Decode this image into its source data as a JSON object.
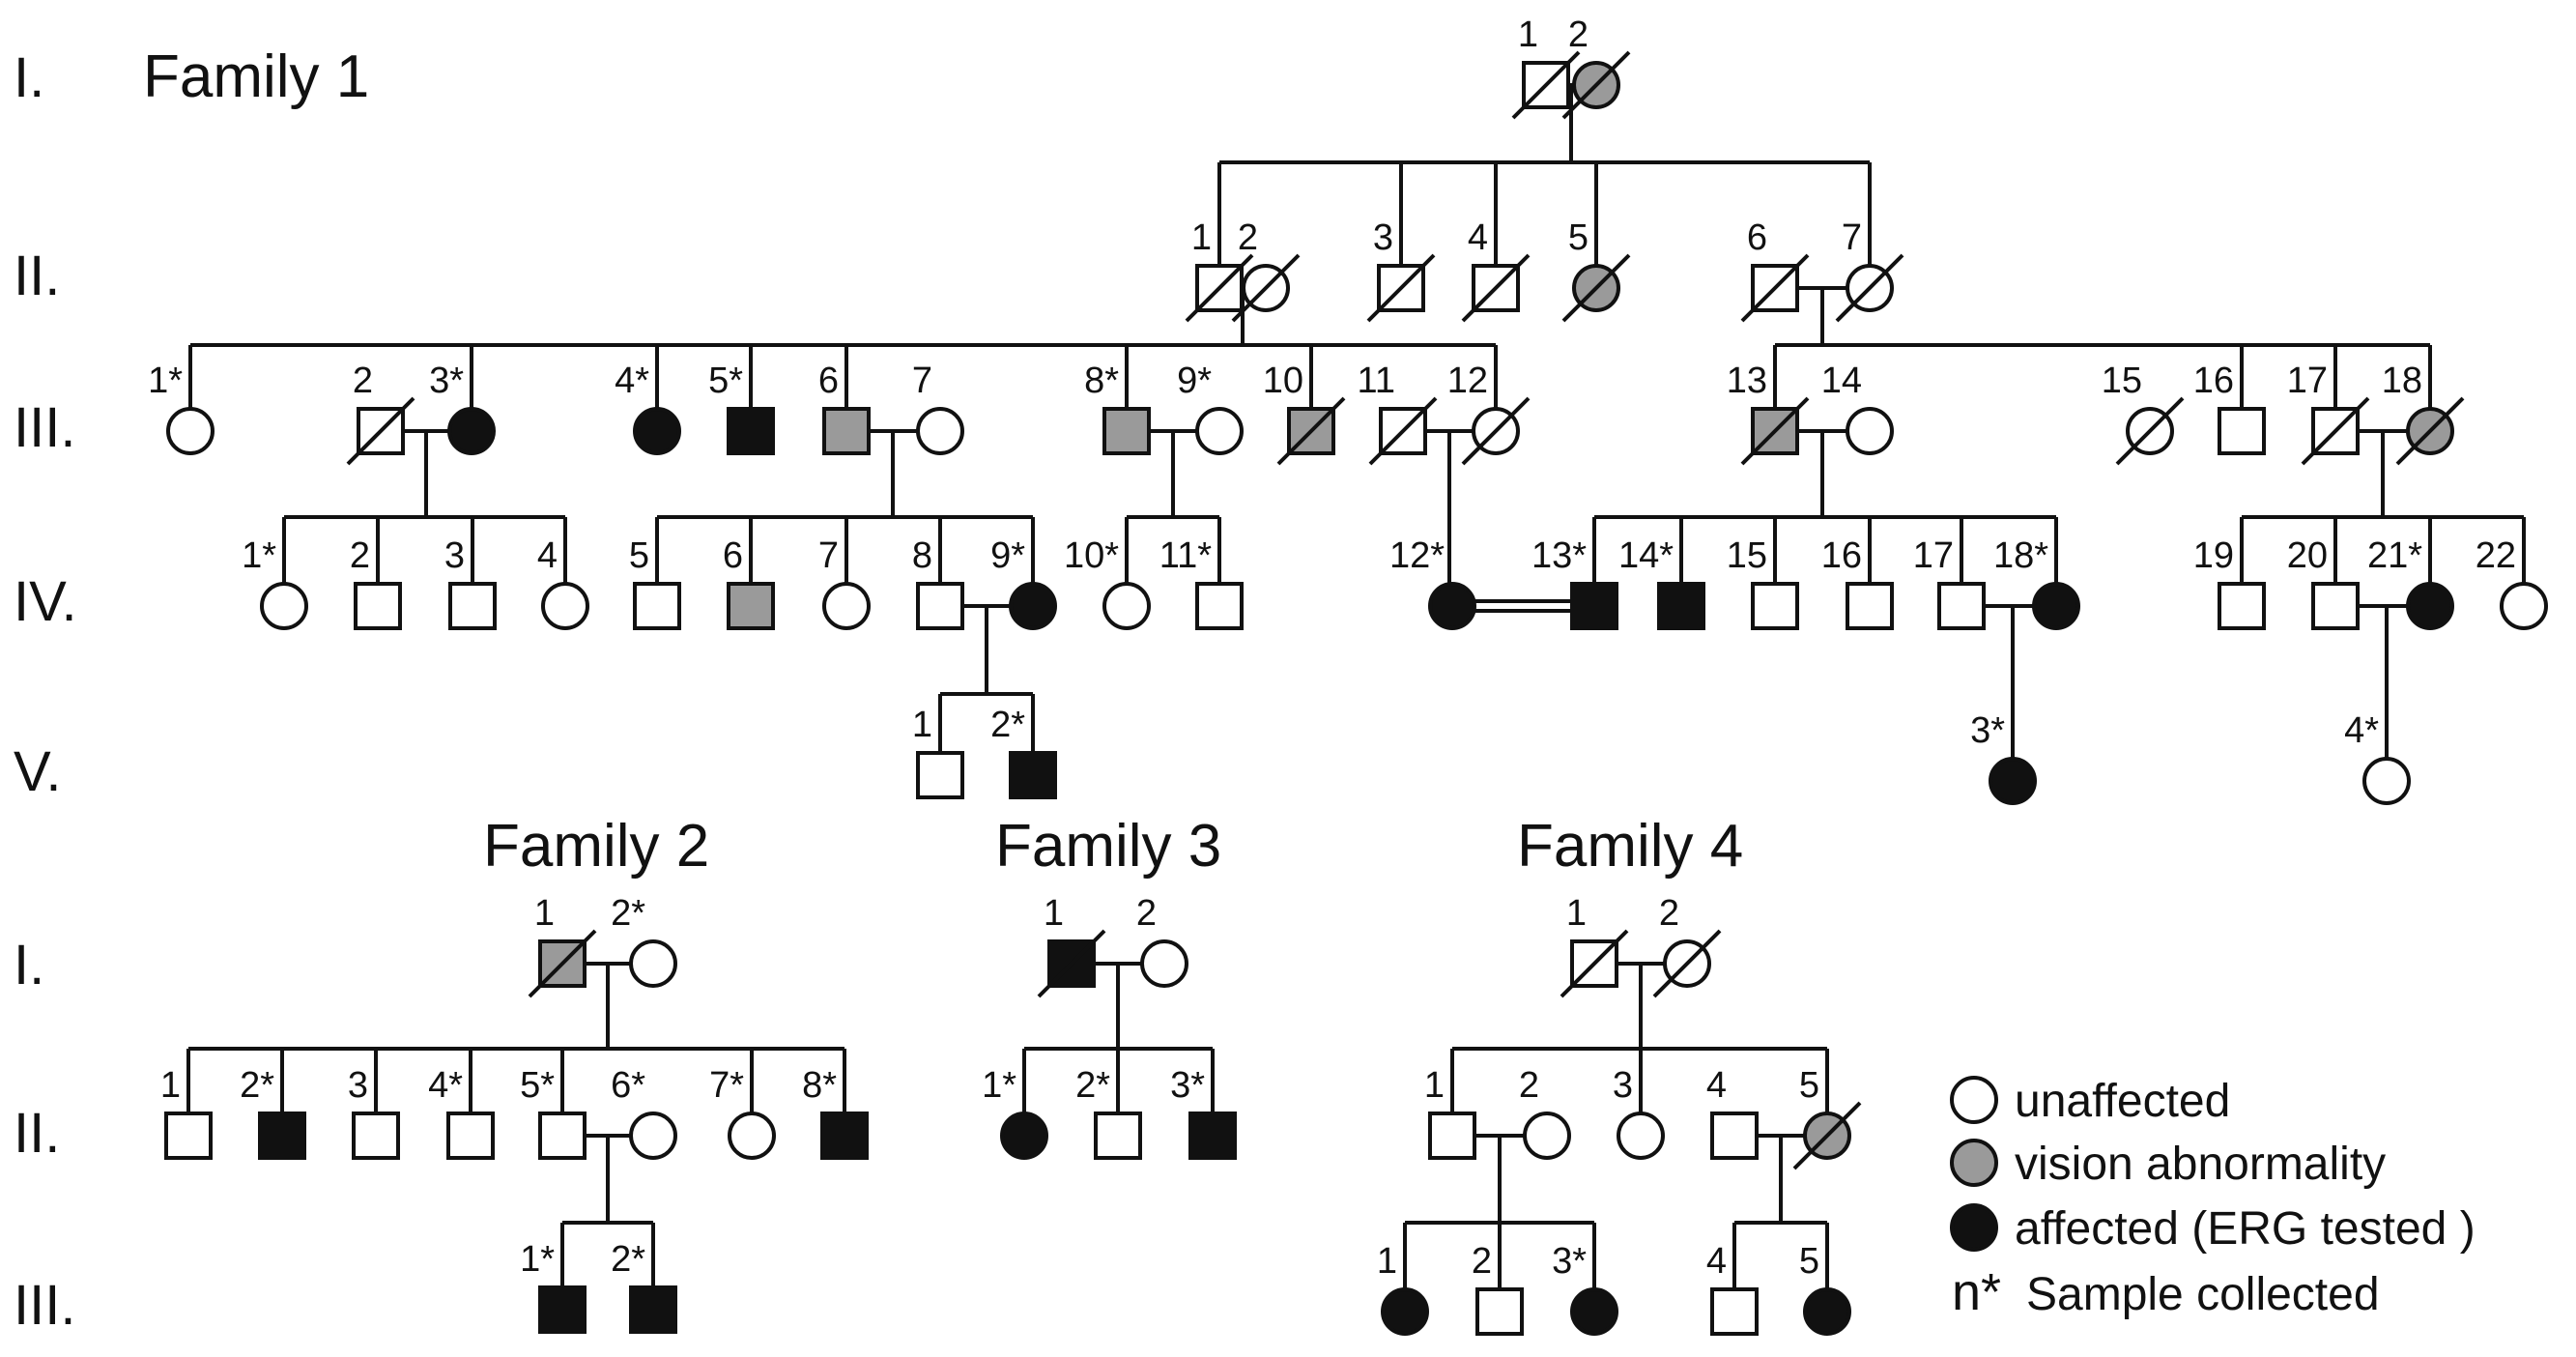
{
  "colors": {
    "unaffected": "#ffffff",
    "vision_abnormality": "#9a9a9a",
    "affected": "#111111",
    "line": "#111111"
  },
  "family_titles": {
    "f1": "Family 1",
    "f2": "Family 2",
    "f3": "Family 3",
    "f4": "Family 4"
  },
  "generation_labels": {
    "top": [
      "I.",
      "II.",
      "III.",
      "IV.",
      "V."
    ],
    "bottom": [
      "I.",
      "II.",
      "III."
    ]
  },
  "legend": {
    "unaffected": "unaffected",
    "vision": "vision abnormality",
    "affected": "affected (ERG tested )",
    "sample_symbol": "n*",
    "sample_text": "Sample collected"
  },
  "individuals": {
    "f1": {
      "I": [
        {
          "label": "1",
          "sex": "male",
          "status": "unaffected",
          "deceased": true
        },
        {
          "label": "2",
          "sex": "female",
          "status": "vision",
          "deceased": true
        }
      ],
      "II": [
        {
          "label": "1",
          "sex": "male",
          "status": "unaffected",
          "deceased": true
        },
        {
          "label": "2",
          "sex": "female",
          "status": "unaffected",
          "deceased": true
        },
        {
          "label": "3",
          "sex": "male",
          "status": "unaffected",
          "deceased": true
        },
        {
          "label": "4",
          "sex": "male",
          "status": "unaffected",
          "deceased": true
        },
        {
          "label": "5",
          "sex": "female",
          "status": "vision",
          "deceased": true
        },
        {
          "label": "6",
          "sex": "male",
          "status": "unaffected",
          "deceased": true
        },
        {
          "label": "7",
          "sex": "female",
          "status": "unaffected",
          "deceased": true
        }
      ],
      "III": [
        {
          "label": "1*",
          "sex": "female",
          "status": "unaffected",
          "deceased": false
        },
        {
          "label": "2",
          "sex": "male",
          "status": "unaffected",
          "deceased": true
        },
        {
          "label": "3*",
          "sex": "female",
          "status": "affected",
          "deceased": false
        },
        {
          "label": "4*",
          "sex": "female",
          "status": "affected",
          "deceased": false
        },
        {
          "label": "5*",
          "sex": "male",
          "status": "affected",
          "deceased": false
        },
        {
          "label": "6",
          "sex": "male",
          "status": "vision",
          "deceased": false
        },
        {
          "label": "7",
          "sex": "female",
          "status": "unaffected",
          "deceased": false
        },
        {
          "label": "8*",
          "sex": "male",
          "status": "vision",
          "deceased": false
        },
        {
          "label": "9*",
          "sex": "female",
          "status": "unaffected",
          "deceased": false
        },
        {
          "label": "10",
          "sex": "male",
          "status": "vision",
          "deceased": true
        },
        {
          "label": "11",
          "sex": "male",
          "status": "unaffected",
          "deceased": true
        },
        {
          "label": "12",
          "sex": "female",
          "status": "unaffected",
          "deceased": true
        },
        {
          "label": "13",
          "sex": "male",
          "status": "vision",
          "deceased": true
        },
        {
          "label": "14",
          "sex": "female",
          "status": "unaffected",
          "deceased": false
        },
        {
          "label": "15",
          "sex": "female",
          "status": "unaffected",
          "deceased": true
        },
        {
          "label": "16",
          "sex": "male",
          "status": "unaffected",
          "deceased": false
        },
        {
          "label": "17",
          "sex": "male",
          "status": "unaffected",
          "deceased": true
        },
        {
          "label": "18",
          "sex": "female",
          "status": "vision",
          "deceased": true
        }
      ],
      "IV": [
        {
          "label": "1*",
          "sex": "female",
          "status": "unaffected",
          "deceased": false
        },
        {
          "label": "2",
          "sex": "male",
          "status": "unaffected",
          "deceased": false
        },
        {
          "label": "3",
          "sex": "male",
          "status": "unaffected",
          "deceased": false
        },
        {
          "label": "4",
          "sex": "female",
          "status": "unaffected",
          "deceased": false
        },
        {
          "label": "5",
          "sex": "male",
          "status": "unaffected",
          "deceased": false
        },
        {
          "label": "6",
          "sex": "male",
          "status": "vision",
          "deceased": false
        },
        {
          "label": "7",
          "sex": "female",
          "status": "unaffected",
          "deceased": false
        },
        {
          "label": "8",
          "sex": "male",
          "status": "unaffected",
          "deceased": false
        },
        {
          "label": "9*",
          "sex": "female",
          "status": "affected",
          "deceased": false
        },
        {
          "label": "10*",
          "sex": "female",
          "status": "unaffected",
          "deceased": false
        },
        {
          "label": "11*",
          "sex": "male",
          "status": "unaffected",
          "deceased": false
        },
        {
          "label": "12*",
          "sex": "female",
          "status": "affected",
          "deceased": false
        },
        {
          "label": "13*",
          "sex": "male",
          "status": "affected",
          "deceased": false
        },
        {
          "label": "14*",
          "sex": "male",
          "status": "affected",
          "deceased": false
        },
        {
          "label": "15",
          "sex": "male",
          "status": "unaffected",
          "deceased": false
        },
        {
          "label": "16",
          "sex": "male",
          "status": "unaffected",
          "deceased": false
        },
        {
          "label": "17",
          "sex": "male",
          "status": "unaffected",
          "deceased": false
        },
        {
          "label": "18*",
          "sex": "female",
          "status": "affected",
          "deceased": false
        },
        {
          "label": "19",
          "sex": "male",
          "status": "unaffected",
          "deceased": false
        },
        {
          "label": "20",
          "sex": "male",
          "status": "unaffected",
          "deceased": false
        },
        {
          "label": "21*",
          "sex": "female",
          "status": "affected",
          "deceased": false
        },
        {
          "label": "22",
          "sex": "female",
          "status": "unaffected",
          "deceased": false
        }
      ],
      "V": [
        {
          "label": "1",
          "sex": "male",
          "status": "unaffected",
          "deceased": false
        },
        {
          "label": "2*",
          "sex": "male",
          "status": "affected",
          "deceased": false
        },
        {
          "label": "3*",
          "sex": "female",
          "status": "affected",
          "deceased": false
        },
        {
          "label": "4*",
          "sex": "female",
          "status": "unaffected",
          "deceased": false
        }
      ]
    },
    "f2": {
      "I": [
        {
          "label": "1",
          "sex": "male",
          "status": "vision",
          "deceased": true
        },
        {
          "label": "2*",
          "sex": "female",
          "status": "unaffected",
          "deceased": false
        }
      ],
      "II": [
        {
          "label": "1",
          "sex": "male",
          "status": "unaffected",
          "deceased": false
        },
        {
          "label": "2*",
          "sex": "male",
          "status": "affected",
          "deceased": false
        },
        {
          "label": "3",
          "sex": "male",
          "status": "unaffected",
          "deceased": false
        },
        {
          "label": "4*",
          "sex": "male",
          "status": "unaffected",
          "deceased": false
        },
        {
          "label": "5*",
          "sex": "male",
          "status": "unaffected",
          "deceased": false
        },
        {
          "label": "6*",
          "sex": "female",
          "status": "unaffected",
          "deceased": false
        },
        {
          "label": "7*",
          "sex": "female",
          "status": "unaffected",
          "deceased": false
        },
        {
          "label": "8*",
          "sex": "male",
          "status": "affected",
          "deceased": false
        }
      ],
      "III": [
        {
          "label": "1*",
          "sex": "male",
          "status": "affected",
          "deceased": false
        },
        {
          "label": "2*",
          "sex": "male",
          "status": "affected",
          "deceased": false
        }
      ]
    },
    "f3": {
      "I": [
        {
          "label": "1",
          "sex": "male",
          "status": "affected",
          "deceased": true
        },
        {
          "label": "2",
          "sex": "female",
          "status": "unaffected",
          "deceased": false
        }
      ],
      "II": [
        {
          "label": "1*",
          "sex": "female",
          "status": "affected",
          "deceased": false
        },
        {
          "label": "2*",
          "sex": "male",
          "status": "unaffected",
          "deceased": false
        },
        {
          "label": "3*",
          "sex": "male",
          "status": "affected",
          "deceased": false
        }
      ]
    },
    "f4": {
      "I": [
        {
          "label": "1",
          "sex": "male",
          "status": "unaffected",
          "deceased": true
        },
        {
          "label": "2",
          "sex": "female",
          "status": "unaffected",
          "deceased": true
        }
      ],
      "II": [
        {
          "label": "1",
          "sex": "male",
          "status": "unaffected",
          "deceased": false
        },
        {
          "label": "2",
          "sex": "female",
          "status": "unaffected",
          "deceased": false
        },
        {
          "label": "3",
          "sex": "female",
          "status": "unaffected",
          "deceased": false
        },
        {
          "label": "4",
          "sex": "male",
          "status": "unaffected",
          "deceased": false
        },
        {
          "label": "5",
          "sex": "female",
          "status": "vision",
          "deceased": true
        }
      ],
      "III": [
        {
          "label": "1",
          "sex": "female",
          "status": "affected",
          "deceased": false
        },
        {
          "label": "2",
          "sex": "male",
          "status": "unaffected",
          "deceased": false
        },
        {
          "label": "3*",
          "sex": "female",
          "status": "affected",
          "deceased": false
        },
        {
          "label": "4",
          "sex": "male",
          "status": "unaffected",
          "deceased": false
        },
        {
          "label": "5",
          "sex": "female",
          "status": "affected",
          "deceased": false
        }
      ]
    }
  }
}
